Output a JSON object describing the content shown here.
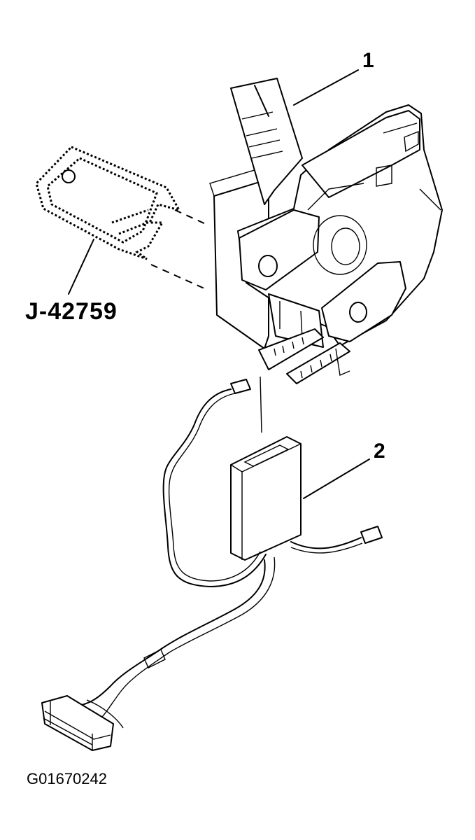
{
  "callouts": {
    "one": "1",
    "two": "2"
  },
  "tool_label": "J-42759",
  "figure_id": "G01670242",
  "colors": {
    "ink": "#000000",
    "paper": "#ffffff"
  }
}
